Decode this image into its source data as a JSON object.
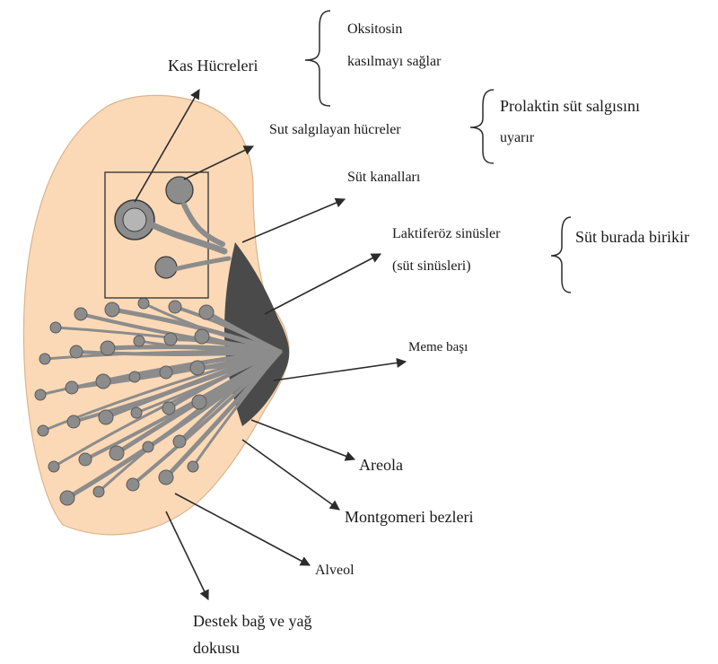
{
  "labels": {
    "kas_hucreleri": "Kas  Hücreleri",
    "oksitosin_1": "Oksitosin",
    "oksitosin_2": "kasılmayı sağlar",
    "sut_salgilayan": "Sut salgılayan hücreler",
    "prolaktin_1": "Prolaktin süt salgısını",
    "prolaktin_2": "uyarır",
    "sut_kanallari": "Süt kanalları",
    "laktiferoz_1": "Laktiferöz sinüsler",
    "laktiferoz_2": "(süt sinüsleri)",
    "sut_burada": "Süt burada birikir",
    "meme_basi": "Meme başı",
    "areola": "Areola",
    "montgomeri": "Montgomeri bezleri",
    "alveol": "Alveol",
    "destek_1": "Destek bağ ve yağ",
    "destek_2": "dokusu"
  },
  "colors": {
    "tissue": "#fcd9b6",
    "gland": "#8c8c8c",
    "gland_dark": "#4a4a4a",
    "ink": "#2b2b2b"
  }
}
